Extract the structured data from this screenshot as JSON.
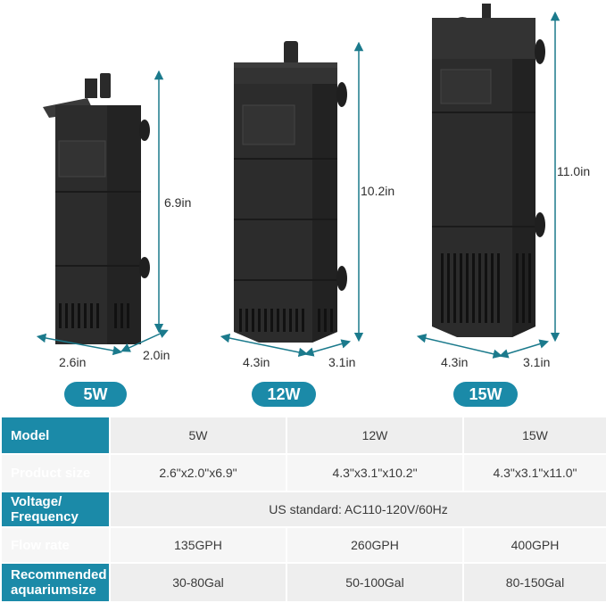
{
  "dimensions": {
    "small": {
      "height": "6.9in",
      "width": "2.6in",
      "depth": "2.0in"
    },
    "medium": {
      "height": "10.2in",
      "width": "4.3in",
      "depth": "3.1in"
    },
    "large": {
      "height": "11.0in",
      "width": "4.3in",
      "depth": "3.1in"
    }
  },
  "badges": [
    "5W",
    "12W",
    "15W"
  ],
  "colors": {
    "accent": "#1b8aa8",
    "body": "#2c2c2c",
    "arrow": "#1b7a8c"
  },
  "table": {
    "rows": [
      {
        "label": "Model",
        "cells": [
          "5W",
          "12W",
          "15W"
        ]
      },
      {
        "label": "Product size",
        "cells": [
          "2.6\"x2.0\"x6.9\"",
          "4.3\"x3.1\"x10.2\"",
          "4.3\"x3.1\"x11.0\""
        ]
      },
      {
        "label": "Voltage/ Frequency",
        "merged": "US standard: AC110-120V/60Hz"
      },
      {
        "label": "Flow rate",
        "cells": [
          "135GPH",
          "260GPH",
          "400GPH"
        ]
      },
      {
        "label": "Recommended aquariumsize",
        "cells": [
          "30-80Gal",
          "50-100Gal",
          "80-150Gal"
        ]
      }
    ]
  }
}
